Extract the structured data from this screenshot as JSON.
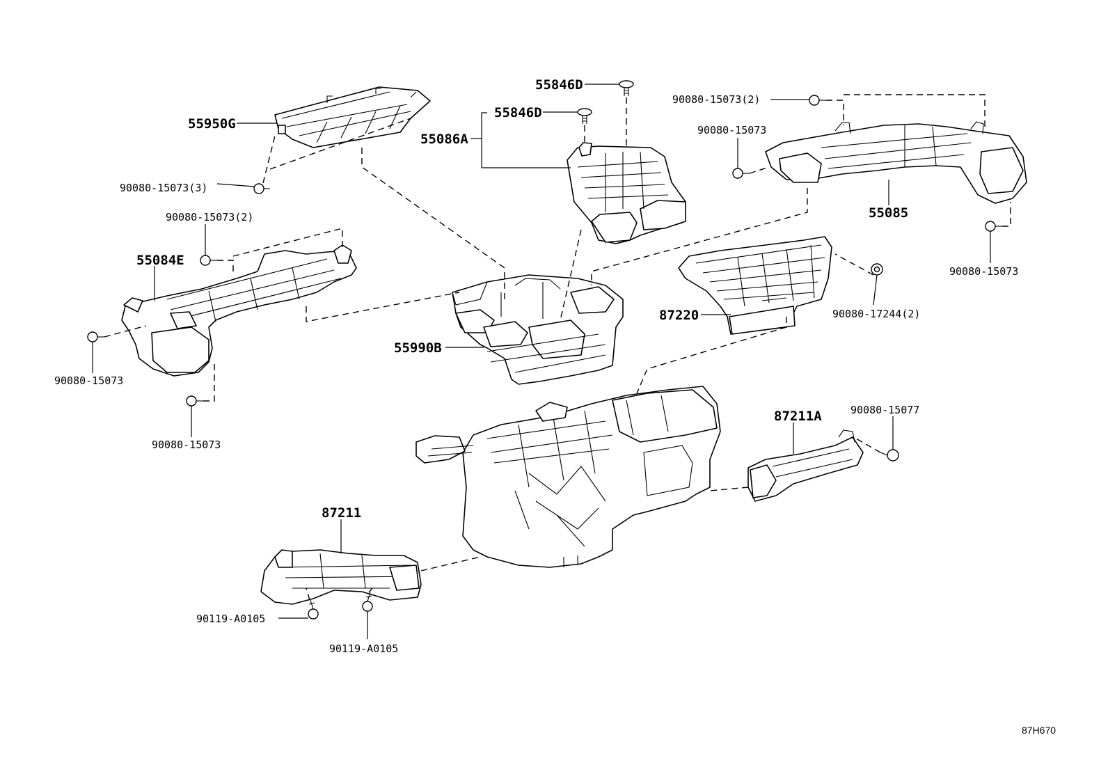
{
  "labels": {
    "p55950G": "55950G",
    "p55846D_a": "55846D",
    "p55846D_b": "55846D",
    "p55086A": "55086A",
    "p55085": "55085",
    "p55084E": "55084E",
    "p87220": "87220",
    "p55990B": "55990B",
    "p87211A": "87211A",
    "p87211": "87211",
    "f_15073_3": "90080-15073(3)",
    "f_15073_2_left": "90080-15073(2)",
    "f_15073_2_right": "90080-15073(2)",
    "f_15073_r1": "90080-15073",
    "f_15073_r2": "90080-15073",
    "f_15073_l1": "90080-15073",
    "f_15073_l2": "90080-15073",
    "f_17244_2": "90080-17244(2)",
    "f_15077": "90080-15077",
    "f_A0105_a": "90119-A0105",
    "f_A0105_b": "90119-A0105",
    "drawing_code": "87H670"
  }
}
